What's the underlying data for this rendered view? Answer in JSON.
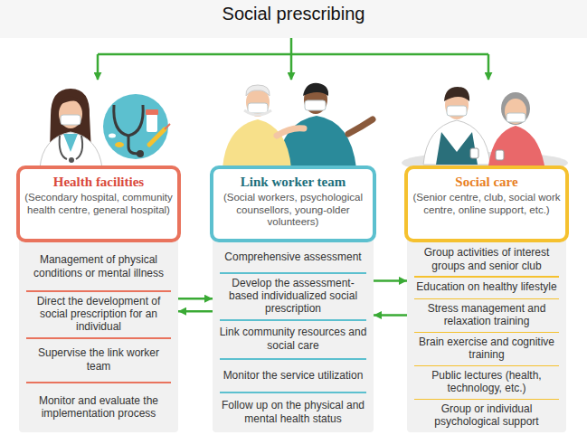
{
  "diagram": {
    "title": "Social prescribing",
    "nodes": [
      {
        "text": [
          "Health facilities",
          "(Secondary hospital, community health centre, general hospital)"
        ]
      },
      {
        "text": [
          "Management of physical conditions or mental illness"
        ]
      },
      {
        "text": [
          "Direct the development of social prescription for an individual"
        ]
      },
      {
        "text": [
          "Supervise the link worker team"
        ]
      },
      {
        "text": [
          "Monitor and evaluate the implementation process"
        ]
      },
      {
        "text": [
          "Link worker team",
          "(Social workers, psychological counsellors, young-older volunteers)"
        ]
      },
      {
        "text": [
          "Comprehensive assessment"
        ]
      },
      {
        "text": [
          "Develop the assessment-based individualized social prescription"
        ]
      },
      {
        "text": [
          "Link community resources and social care"
        ]
      },
      {
        "text": [
          "Monitor the service utilization"
        ]
      },
      {
        "text": [
          "Follow up on the physical and mental health status"
        ]
      },
      {
        "text": [
          "Social care",
          "(Senior centre, club, social work centre, online support, etc.)"
        ]
      },
      {
        "text": [
          "Group activities of interest groups and senior club"
        ]
      },
      {
        "text": [
          "Education on healthy lifestyle"
        ]
      },
      {
        "text": [
          "Stress management and relaxation training"
        ]
      },
      {
        "text": [
          "Brain exercise and cognitive training"
        ]
      },
      {
        "text": [
          "Public lectures (health, technology, etc.)"
        ]
      },
      {
        "text": [
          "Group or individual psychological support"
        ]
      }
    ],
    "edges": [
      {
        "from": 2,
        "to": 7,
        "arrow": "to"
      },
      {
        "from": 7,
        "to": 2,
        "arrow": "to"
      },
      {
        "from": 7,
        "to": 13,
        "arrow": "to"
      },
      {
        "from": 14,
        "to": 7,
        "arrow": "to"
      }
    ]
  }
}
